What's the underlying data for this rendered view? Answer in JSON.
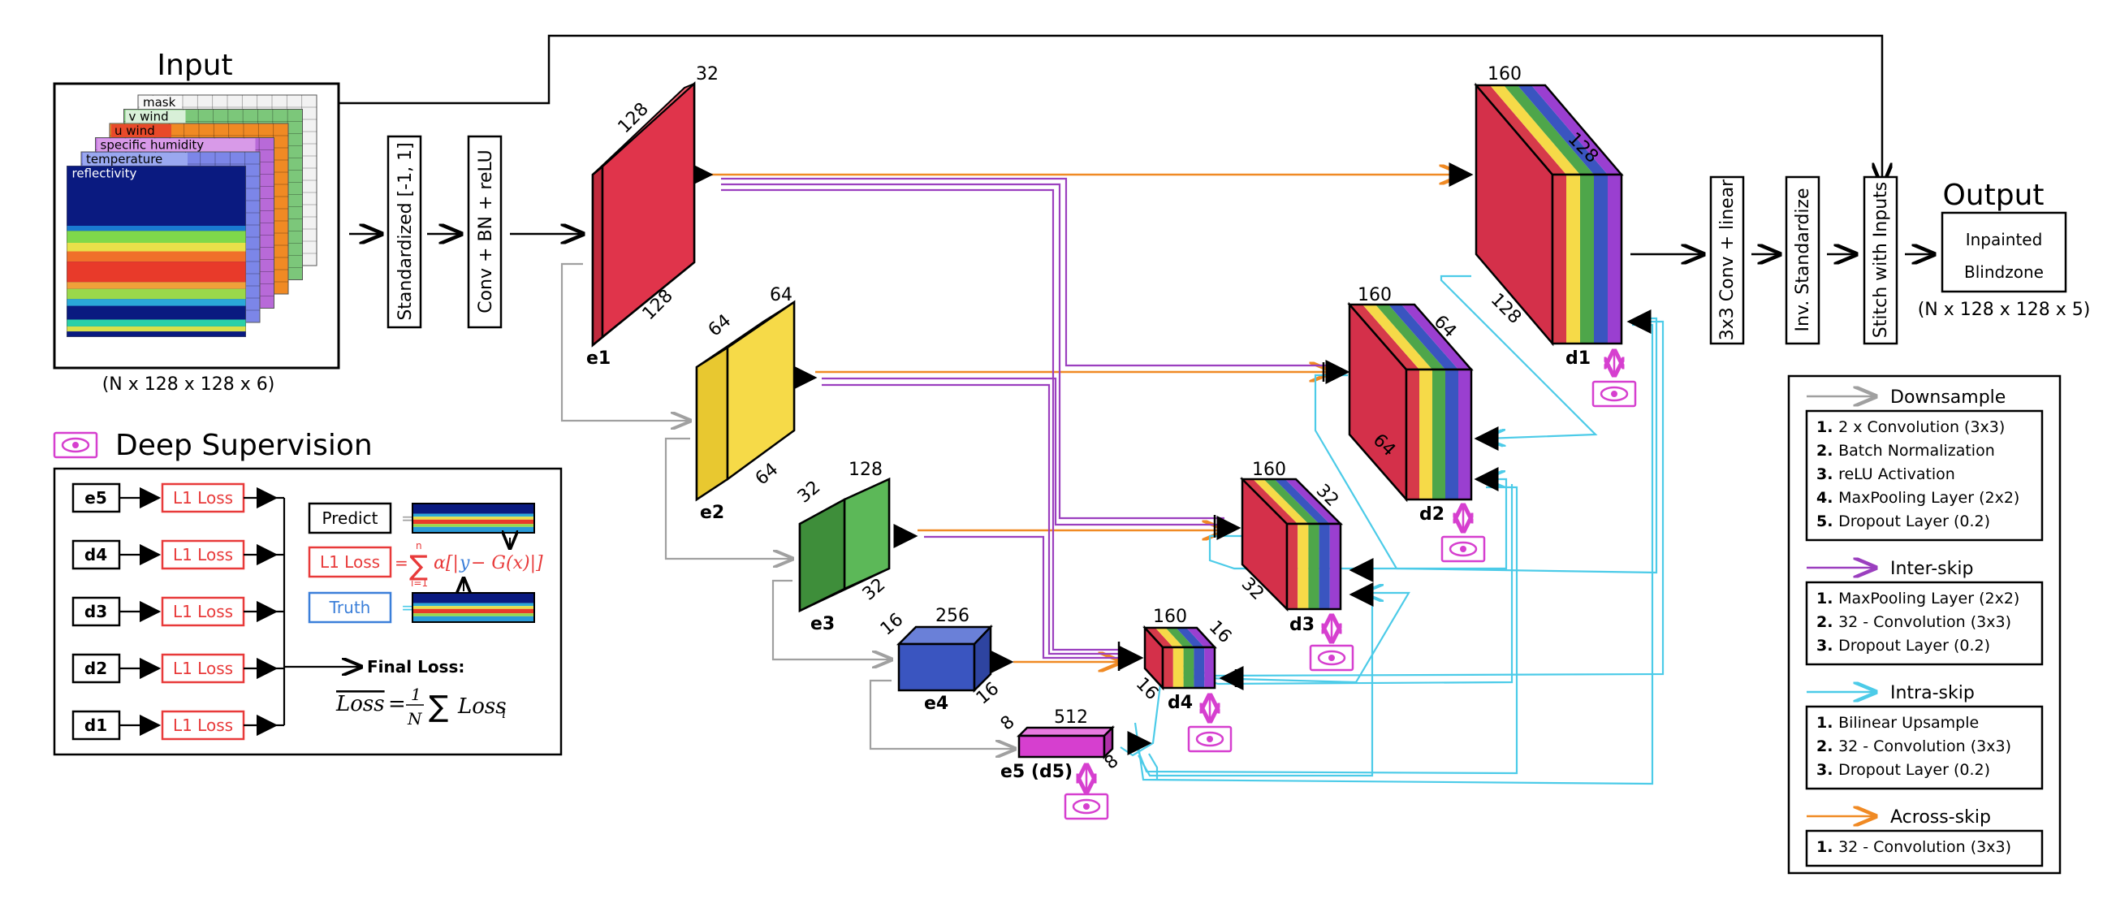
{
  "input": {
    "title": "Input",
    "layers": [
      "mask",
      "v wind",
      "u wind",
      "specific humidity",
      "temperature",
      "reflectivity"
    ],
    "shape": "(N x 128 x 128 x 6)"
  },
  "preprocess": {
    "standardize": "Standardized [-1, 1]",
    "conv": "Conv + BN + reLU"
  },
  "encoder": [
    {
      "id": "e1",
      "label": "e1",
      "dims": [
        "32",
        "128",
        "128"
      ],
      "color": "#e0344b"
    },
    {
      "id": "e2",
      "label": "e2",
      "dims": [
        "64",
        "64",
        "64"
      ],
      "color": "#f6da48"
    },
    {
      "id": "e3",
      "label": "e3",
      "dims": [
        "128",
        "32",
        "32"
      ],
      "color": "#4ea64a"
    },
    {
      "id": "e4",
      "label": "e4",
      "dims": [
        "256",
        "16",
        "16"
      ],
      "color": "#3a55c0"
    },
    {
      "id": "e5",
      "label": "e5 (d5)",
      "dims": [
        "512",
        "8",
        "8"
      ],
      "color": "#d63fcf"
    }
  ],
  "decoder": [
    {
      "id": "d1",
      "label": "d1",
      "dims": [
        "160",
        "128",
        "128"
      ]
    },
    {
      "id": "d2",
      "label": "d2",
      "dims": [
        "160",
        "64",
        "64"
      ]
    },
    {
      "id": "d3",
      "label": "d3",
      "dims": [
        "160",
        "32",
        "32"
      ]
    },
    {
      "id": "d4",
      "label": "d4",
      "dims": [
        "160",
        "16",
        "16"
      ]
    }
  ],
  "head": {
    "conv_linear": "3x3 Conv + linear",
    "inv_standardize": "Inv. Standardize",
    "stitch": "Stitch with Inputs",
    "output_title": "Output",
    "output_box": [
      "Inpainted",
      "Blindzone"
    ],
    "output_shape": "(N x 128 x 128 x 5)"
  },
  "deep_supervision": {
    "title": "Deep Supervision",
    "levels": [
      "e5",
      "d4",
      "d3",
      "d2",
      "d1"
    ],
    "loss_label": "L1 Loss",
    "predict": "Predict",
    "truth": "Truth",
    "equals": "=",
    "loss_formula": "= ∑ α[|y − G(x)|]",
    "sum_upper": "n",
    "sum_lower": "i=1",
    "final_loss": "Final Loss:",
    "final_formula": "Loss = 1/N ∑ Loss_i"
  },
  "legend": {
    "sections": [
      {
        "title": "Downsample",
        "color": "#a0a0a0",
        "items": [
          "2 x Convolution (3x3)",
          "Batch Normalization",
          "reLU Activation",
          "MaxPooling Layer (2x2)",
          "Dropout Layer (0.2)"
        ]
      },
      {
        "title": "Inter-skip",
        "color": "#9b3fbf",
        "items": [
          "MaxPooling Layer (2x2)",
          "32 - Convolution (3x3)",
          "Dropout Layer (0.2)"
        ]
      },
      {
        "title": "Intra-skip",
        "color": "#4ccbe8",
        "items": [
          "Bilinear Upsample",
          "32 - Convolution (3x3)",
          "Dropout Layer (0.2)"
        ]
      },
      {
        "title": "Across-skip",
        "color": "#f08a24",
        "items": [
          "32 - Convolution (3x3)"
        ]
      }
    ]
  },
  "colors": {
    "downsample": "#a0a0a0",
    "inter_skip": "#9b3fbf",
    "intra_skip": "#4ccbe8",
    "across_skip": "#f08a24",
    "supervision": "#d63fcf",
    "loss": "#e83a3a",
    "truth": "#3b7fd9",
    "rainbow": [
      "#d63a4a",
      "#f6da48",
      "#4ea64a",
      "#3a55c0",
      "#9a3fd0"
    ]
  }
}
